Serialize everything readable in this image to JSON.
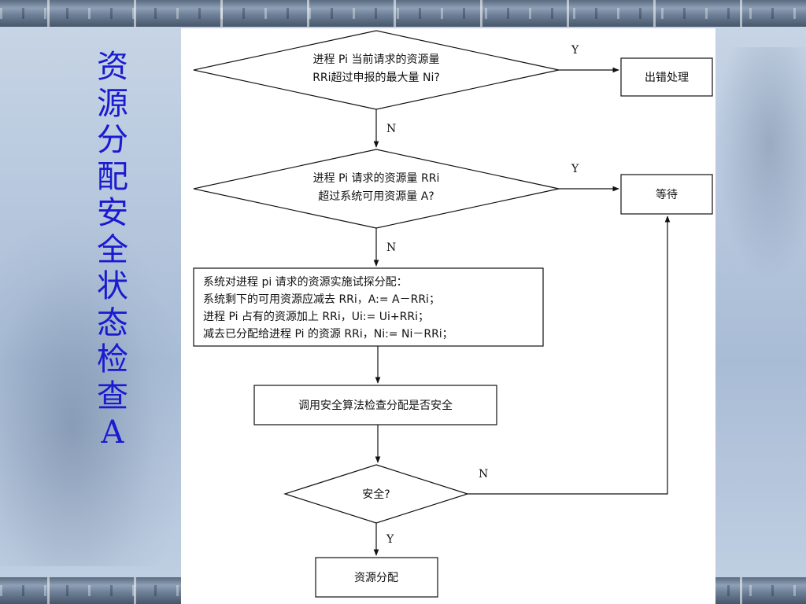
{
  "title_chars": [
    "资",
    "源",
    "分",
    "配",
    "安",
    "全",
    "状",
    "态",
    "检",
    "查",
    "A"
  ],
  "flowchart": {
    "decision1": {
      "line1": "进程 Pi 当前请求的资源量",
      "line2": "RRi超过申报的最大量 Ni?"
    },
    "decision1_yes": "Y",
    "decision1_no": "N",
    "error_box": "出错处理",
    "decision2": {
      "line1": "进程 Pi 请求的资源量 RRi",
      "line2": "超过系统可用资源量 A?"
    },
    "decision2_yes": "Y",
    "decision2_no": "N",
    "wait_box": "等待",
    "trial_box": {
      "line1": "系统对进程 pi 请求的资源实施试探分配：",
      "line2": "系统剩下的可用资源应减去 RRi，A:= A－RRi；",
      "line3": "进程 Pi 占有的资源加上 RRi，Ui:= Ui+RRi；",
      "line4": "减去已分配给进程 Pi 的资源 RRi，Ni:= Ni－RRi；"
    },
    "check_box": "调用安全算法检查分配是否安全",
    "decision3": "安全?",
    "decision3_no": "N",
    "decision3_yes": "Y",
    "alloc_box": "资源分配"
  },
  "colors": {
    "title": "#1a1ad0",
    "line": "#111111"
  }
}
